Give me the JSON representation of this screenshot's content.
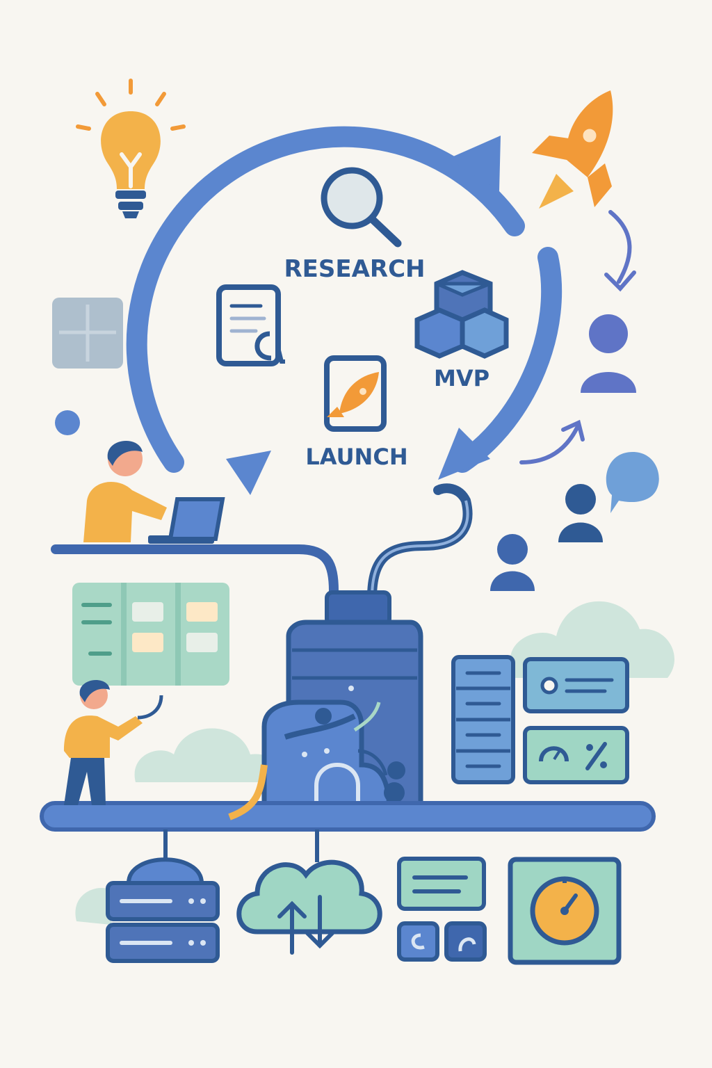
{
  "cycle": {
    "stages": [
      {
        "label": "RESEARCH",
        "icon": "magnifier-icon"
      },
      {
        "label": "MVP",
        "icon": "cubes-icon"
      },
      {
        "label": "LAUNCH",
        "icon": "rocket-card-icon"
      }
    ]
  },
  "colors": {
    "background": "#f8f6f1",
    "cycle_blue": "#5b86cf",
    "navy": "#2f5a94",
    "mid_blue": "#4f74b8",
    "orange": "#f29a38",
    "yellow": "#f3b24a",
    "teal": "#9fd6c4",
    "people": "#5f74c6"
  },
  "icons": [
    "lightbulb-icon",
    "rocket-icon",
    "document-icon",
    "user-icon",
    "chat-bubble-icon",
    "server-stack-icon",
    "cloud-sync-icon",
    "gauge-icon",
    "kanban-board-icon",
    "dashboard-card-icon"
  ]
}
